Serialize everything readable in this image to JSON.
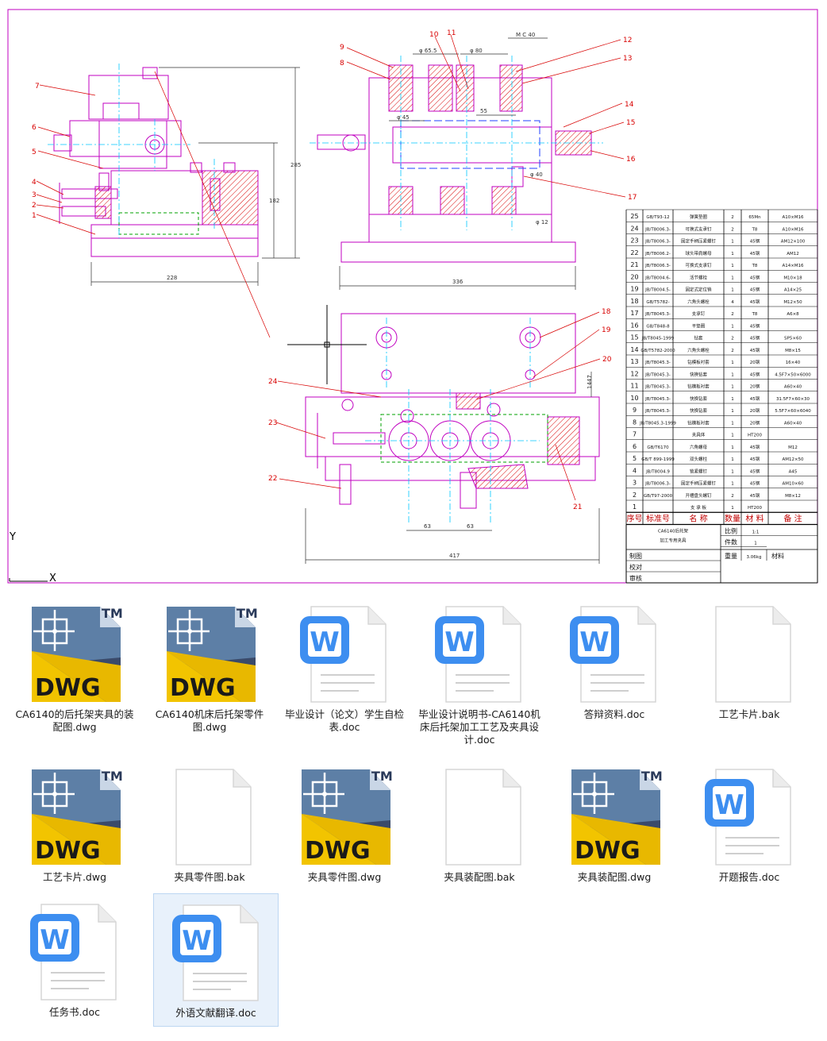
{
  "drawing": {
    "part_numbers": [
      "1",
      "2",
      "3",
      "4",
      "5",
      "6",
      "7",
      "8",
      "9",
      "10",
      "11",
      "12",
      "13",
      "14",
      "15",
      "16",
      "17",
      "18",
      "19",
      "20",
      "21",
      "22",
      "23",
      "24"
    ],
    "dims": {
      "w_front": "228",
      "w_side": "336",
      "w_plan": "417",
      "h_total": "285",
      "h_mid": "182",
      "pitch_a": "63",
      "pitch_b": "63",
      "side_dim": "1447",
      "top_m": "M C 40",
      "phi_a": "φ 65.5",
      "phi_b": "φ 80",
      "phi_c": "φ 45",
      "phi_d": "φ 40",
      "mid": "55",
      "bot": "φ 12"
    },
    "axis_y": "Y",
    "axis_x": "X",
    "bom": {
      "rows": [
        {
          "no": "25",
          "std": "GB/T93-12",
          "name": "弹簧垫圈",
          "qty": "2",
          "mat": "65Mn",
          "note": "A10×M16"
        },
        {
          "no": "24",
          "std": "JB/T8006.3-",
          "name": "可换式支承钉",
          "qty": "2",
          "mat": "T8",
          "note": "A10×M16"
        },
        {
          "no": "23",
          "std": "JB/T8006.3-",
          "name": "固定手柄压紧螺钉",
          "qty": "1",
          "mat": "45钢",
          "note": "AM12×100"
        },
        {
          "no": "22",
          "std": "JB/T8006.2-",
          "name": "球头带肩螺母",
          "qty": "1",
          "mat": "45钢",
          "note": "AM12"
        },
        {
          "no": "21",
          "std": "JB/T8006.3-",
          "name": "可换式支承钉",
          "qty": "1",
          "mat": "T8",
          "note": "A14×M16"
        },
        {
          "no": "20",
          "std": "JB/T8004.6-",
          "name": "活节螺栓",
          "qty": "1",
          "mat": "45钢",
          "note": "M10×18"
        },
        {
          "no": "19",
          "std": "JB/T8004.5-",
          "name": "固定式定位销",
          "qty": "1",
          "mat": "45钢",
          "note": "A14×25"
        },
        {
          "no": "18",
          "std": "GB/T5782-",
          "name": "六角头螺栓",
          "qty": "4",
          "mat": "45钢",
          "note": "M12×50"
        },
        {
          "no": "17",
          "std": "JB/T8045.3-",
          "name": "支承钉",
          "qty": "2",
          "mat": "T8",
          "note": "A6×8"
        },
        {
          "no": "16",
          "std": "GB/T848-8",
          "name": "平垫圈",
          "qty": "1",
          "mat": "45钢",
          "note": ""
        },
        {
          "no": "15",
          "std": "JB/T8045-1999",
          "name": "钻套",
          "qty": "2",
          "mat": "45钢",
          "note": "SP5×60"
        },
        {
          "no": "14",
          "std": "GB/T5782-2000",
          "name": "六角头螺栓",
          "qty": "2",
          "mat": "45钢",
          "note": "M8×15"
        },
        {
          "no": "13",
          "std": "JB/T8045.3-",
          "name": "钻模板衬套",
          "qty": "1",
          "mat": "20钢",
          "note": "16×40"
        },
        {
          "no": "12",
          "std": "JB/T8045.3-",
          "name": "快换钻套",
          "qty": "1",
          "mat": "45钢",
          "note": "4.5F7×50×6000"
        },
        {
          "no": "11",
          "std": "JB/T8045.3-",
          "name": "钻模板衬套",
          "qty": "1",
          "mat": "20钢",
          "note": "A60×40"
        },
        {
          "no": "10",
          "std": "JB/T8045.3-",
          "name": "快换钻套",
          "qty": "1",
          "mat": "45钢",
          "note": "31.5F7×60×30"
        },
        {
          "no": "9",
          "std": "JB/T8045.3-",
          "name": "快换钻套",
          "qty": "1",
          "mat": "20钢",
          "note": "5.5F7×60×6040"
        },
        {
          "no": "8",
          "std": "JB/T8045.3-1999",
          "name": "钻模板衬套",
          "qty": "1",
          "mat": "20钢",
          "note": "A60×40"
        },
        {
          "no": "7",
          "std": "",
          "name": "夹具体",
          "qty": "1",
          "mat": "HT200",
          "note": ""
        },
        {
          "no": "6",
          "std": "GB/T6170",
          "name": "六角螺母",
          "qty": "1",
          "mat": "45钢",
          "note": "M12"
        },
        {
          "no": "5",
          "std": "GB/T 899-1999",
          "name": "双头螺柱",
          "qty": "1",
          "mat": "45钢",
          "note": "AM12×50"
        },
        {
          "no": "4",
          "std": "JB/T8004.9",
          "name": "锁紧螺钉",
          "qty": "1",
          "mat": "45钢",
          "note": "A45"
        },
        {
          "no": "3",
          "std": "JB/T8006.3-",
          "name": "固定手柄压紧螺钉",
          "qty": "1",
          "mat": "45钢",
          "note": "AM10×60"
        },
        {
          "no": "2",
          "std": "GB/T97-2000",
          "name": "开槽盘头螺钉",
          "qty": "2",
          "mat": "45钢",
          "note": "M8×12"
        },
        {
          "no": "1",
          "std": "",
          "name": "支 承 板",
          "qty": "1",
          "mat": "HT200",
          "note": ""
        }
      ],
      "header": {
        "no": "序号",
        "std": "标准号",
        "name": "名 称",
        "qty": "数量",
        "mat": "材 料",
        "note": "备 注"
      },
      "title_line1": "CA6140后托架",
      "title_line2": "加工专用夹具",
      "scale_label": "比例",
      "scale_value": "1:1",
      "count_label": "件数",
      "count_value": "1",
      "weight_label": "重量",
      "weight_value": "3.06kg",
      "material_label": "材料",
      "draw_label": "制图",
      "check_label": "校对",
      "review_label": "审核"
    }
  },
  "files": [
    {
      "type": "dwg",
      "label": "CA6140的后托架夹具的装配图.dwg",
      "tm": "TM",
      "badge": "DWG"
    },
    {
      "type": "dwg",
      "label": "CA6140机床后托架零件图.dwg",
      "tm": "TM",
      "badge": "DWG"
    },
    {
      "type": "doc",
      "label": "毕业设计（论文）学生自检表.doc",
      "letter": "W"
    },
    {
      "type": "doc",
      "label": "毕业设计说明书-CA6140机床后托架加工工艺及夹具设计.doc",
      "letter": "W"
    },
    {
      "type": "doc",
      "label": "答辩资料.doc",
      "letter": "W"
    },
    {
      "type": "blank",
      "label": "工艺卡片.bak"
    },
    {
      "type": "dwg",
      "label": "工艺卡片.dwg",
      "tm": "TM",
      "badge": "DWG"
    },
    {
      "type": "blank",
      "label": "夹具零件图.bak"
    },
    {
      "type": "dwg",
      "label": "夹具零件图.dwg",
      "tm": "TM",
      "badge": "DWG"
    },
    {
      "type": "blank",
      "label": "夹具装配图.bak"
    },
    {
      "type": "dwg",
      "label": "夹具装配图.dwg",
      "tm": "TM",
      "badge": "DWG"
    },
    {
      "type": "doc",
      "label": "开题报告.doc",
      "letter": "W"
    },
    {
      "type": "doc",
      "label": "任务书.doc",
      "letter": "W"
    },
    {
      "type": "doc",
      "label": "外语文献翻译.doc",
      "letter": "W",
      "selected": true
    }
  ]
}
